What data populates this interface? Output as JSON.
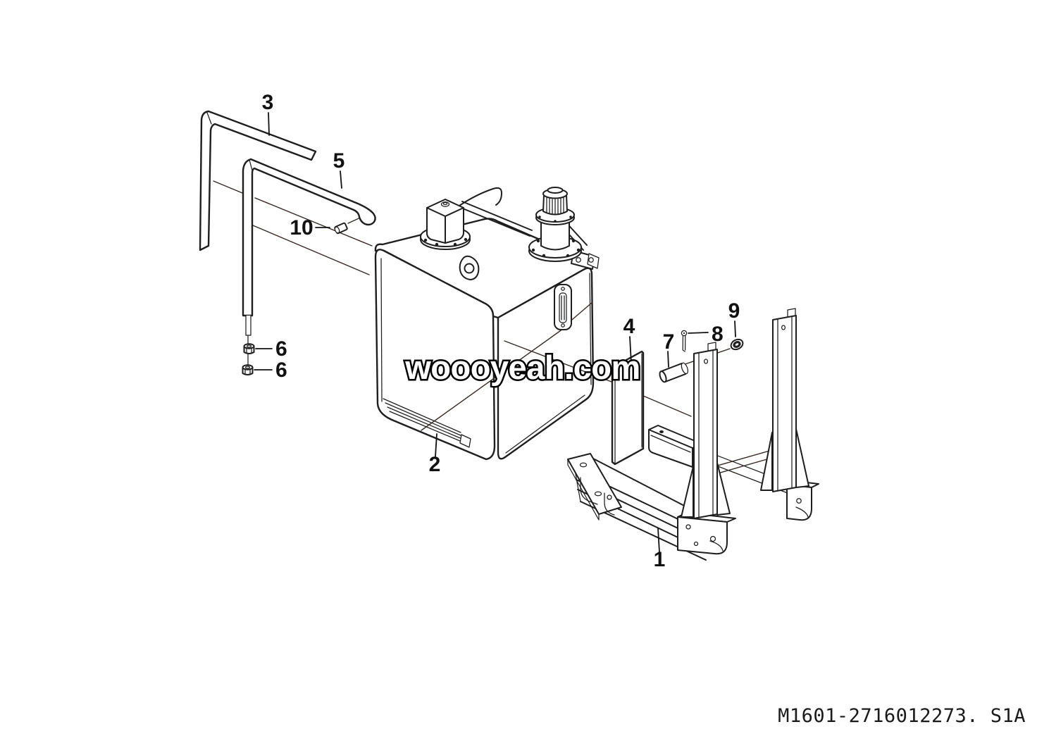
{
  "diagram": {
    "watermark": "woooyeah.com",
    "drawing_number": "M1601-2716012273. S1A",
    "callouts": [
      {
        "label": "1"
      },
      {
        "label": "2"
      },
      {
        "label": "3"
      },
      {
        "label": "4"
      },
      {
        "label": "5"
      },
      {
        "label": "6"
      },
      {
        "label": "6"
      },
      {
        "label": "7"
      },
      {
        "label": "8"
      },
      {
        "label": "9"
      },
      {
        "label": "10"
      }
    ],
    "colors": {
      "background": "#ffffff",
      "line": "#1e1e1e",
      "leader_line": "#3a2a20",
      "watermark_fill": "#ffffff",
      "watermark_outline": "#000000"
    }
  }
}
